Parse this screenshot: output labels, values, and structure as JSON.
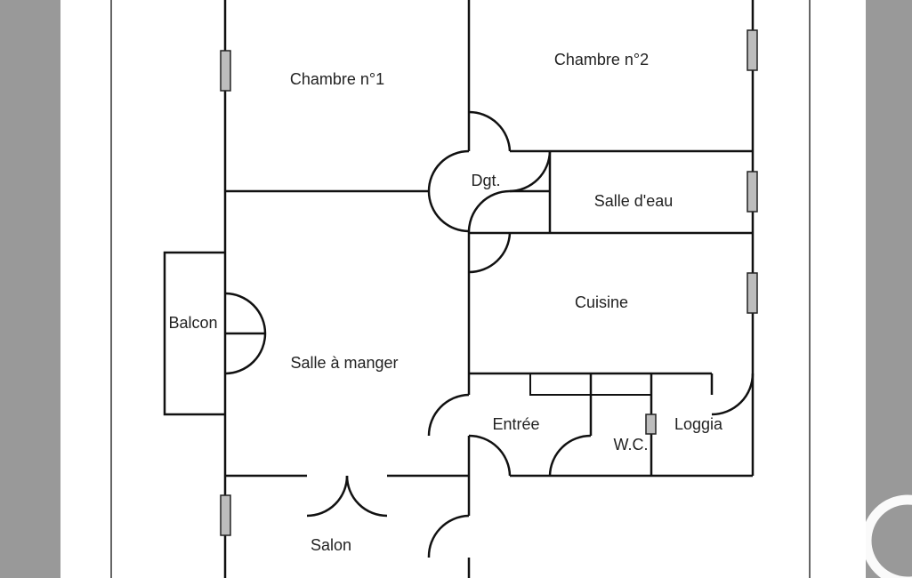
{
  "plan": {
    "rooms": {
      "chambre1": "Chambre n°1",
      "chambre2": "Chambre n°2",
      "dgt": "Dgt.",
      "salle_eau": "Salle d'eau",
      "cuisine": "Cuisine",
      "balcon": "Balcon",
      "salle_manger": "Salle à manger",
      "entree": "Entrée",
      "wc": "W.C.",
      "loggia": "Loggia",
      "salon": "Salon"
    }
  },
  "colors": {
    "viewer_background": "#999999",
    "paper": "#ffffff",
    "wall": "#111111",
    "window": "#bdbdbd"
  },
  "icons": {
    "watermark": "circle-watermark-icon"
  }
}
